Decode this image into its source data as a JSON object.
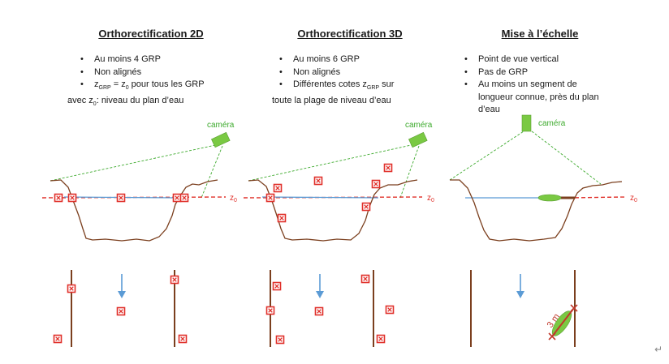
{
  "panels": [
    {
      "title": "Orthorectification 2D",
      "bullets": [
        {
          "pre": "Au moins 4 GRP"
        },
        {
          "pre": "Non alignés"
        },
        {
          "pre": "z",
          "sub1": "GRP",
          "mid": " = z",
          "sub2": "0",
          "post": " pour tous les GRP"
        }
      ],
      "continuation": {
        "pre": "avec z",
        "sub": "0",
        "post": ": niveau du plan d’eau"
      },
      "camera_label": "caméra",
      "z_label": "z",
      "z_sub": "0"
    },
    {
      "title": "Orthorectification 3D",
      "bullets": [
        {
          "pre": "Au moins 6 GRP"
        },
        {
          "pre": "Non alignés"
        },
        {
          "pre": "Différentes cotes z",
          "sub1": "GRP",
          "post": " sur"
        }
      ],
      "continuation": {
        "pre": "toute la plage de niveau d’eau"
      },
      "camera_label": "caméra",
      "z_label": "z",
      "z_sub": "0"
    },
    {
      "title": "Mise à l’échelle",
      "bullets": [
        {
          "pre": "Point de vue vertical"
        },
        {
          "pre": "Pas de GRP"
        },
        {
          "pre": "Au moins un segment de"
        }
      ],
      "continuation_lines": [
        "longueur connue, près du plan",
        "d’eau"
      ],
      "camera_label": "caméra",
      "z_label": "z",
      "z_sub": "0",
      "measure_label": "3 m"
    }
  ],
  "return_glyph": "↵",
  "colors": {
    "grp_marker": "#e0302a",
    "camera": "#7ac943",
    "riverbed": "#7b3f1e",
    "water": "#5b9bd5",
    "sightline": "#3daa2d",
    "z_line": "#e0302a",
    "arrow": "#5b9bd5"
  }
}
